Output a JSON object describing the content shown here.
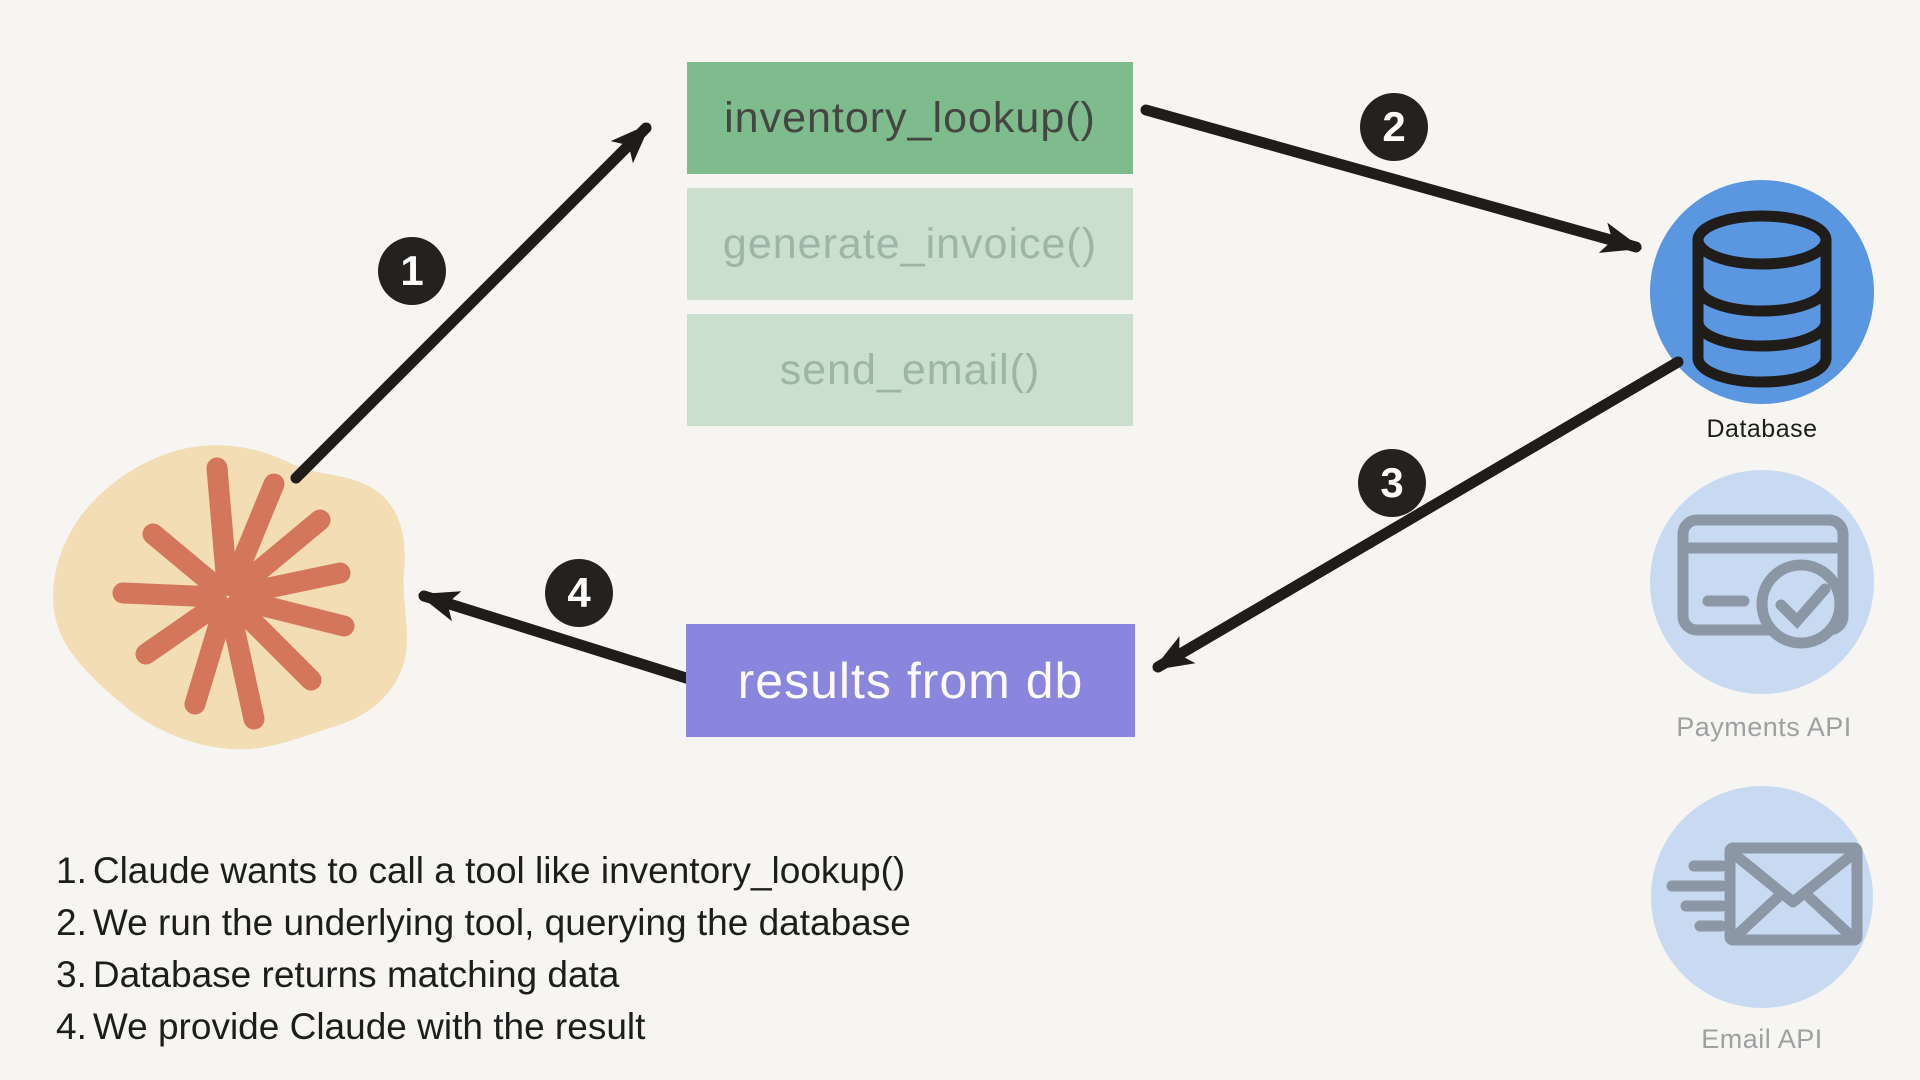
{
  "tools": [
    {
      "label": "inventory_lookup()",
      "state": "active"
    },
    {
      "label": "generate_invoice()",
      "state": "inactive"
    },
    {
      "label": "send_email()",
      "state": "inactive"
    }
  ],
  "result_box": {
    "label": "results from db"
  },
  "badges": [
    "1",
    "2",
    "3",
    "4"
  ],
  "services": [
    {
      "label": "Database",
      "icon": "database-icon"
    },
    {
      "label": "Payments API",
      "icon": "credit-card-check-icon"
    },
    {
      "label": "Email API",
      "icon": "email-send-icon"
    }
  ],
  "legend": [
    {
      "num": "1.",
      "text": "Claude wants to call a tool like inventory_lookup()"
    },
    {
      "num": "2.",
      "text": "We run the underlying tool, querying the database"
    },
    {
      "num": "3.",
      "text": "Database returns matching data"
    },
    {
      "num": "4.",
      "text": "We provide Claude with the result"
    }
  ],
  "colors": {
    "background": "#f7f5f2",
    "tool_active_bg": "#7ebc8e",
    "tool_inactive_bg": "#cadfce",
    "tool_inactive_text": "#9db5a5",
    "result_bg": "#8a86de",
    "database_circle": "#5b96e1",
    "api_circle": "#c8daf2",
    "api_icon_stroke": "#8b97a4",
    "arrow_black": "#1f1c1a",
    "claude_blob": "#f2ddb5",
    "claude_star": "#d4765b"
  }
}
